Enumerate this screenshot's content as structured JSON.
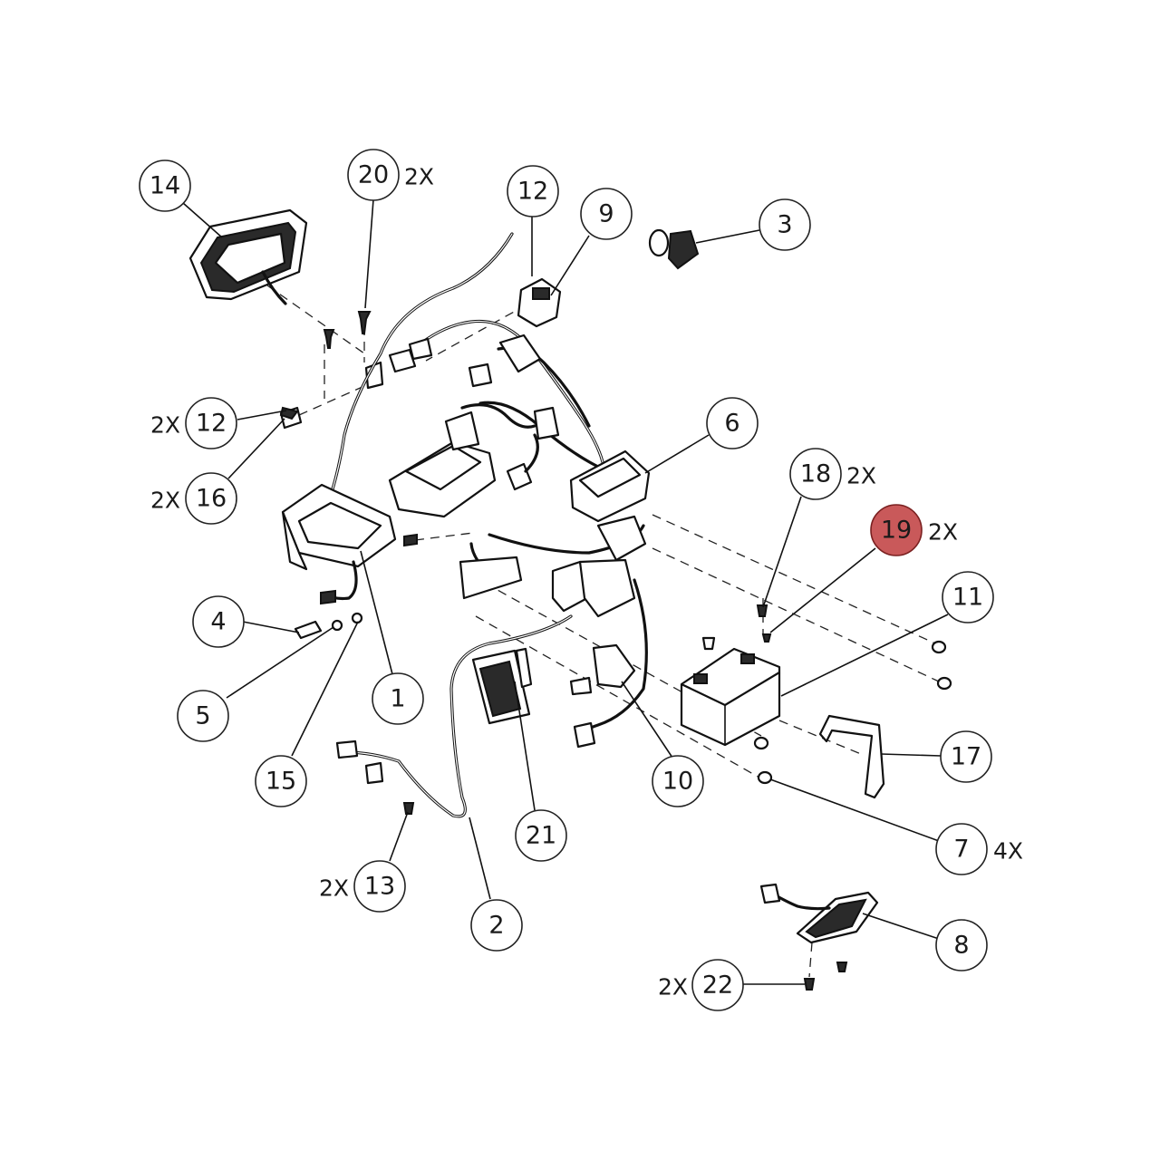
{
  "colors": {
    "highlight": "#c9595a",
    "ink": "#111111",
    "background": "#ffffff"
  },
  "callouts": [
    {
      "id": "c14",
      "number": "14",
      "qty": ""
    },
    {
      "id": "c20",
      "number": "20",
      "qty": "2X"
    },
    {
      "id": "c12a",
      "number": "12",
      "qty": ""
    },
    {
      "id": "c9",
      "number": "9",
      "qty": ""
    },
    {
      "id": "c3",
      "number": "3",
      "qty": ""
    },
    {
      "id": "c12b",
      "number": "12",
      "qty": "2X"
    },
    {
      "id": "c16",
      "number": "16",
      "qty": "2X"
    },
    {
      "id": "c6",
      "number": "6",
      "qty": ""
    },
    {
      "id": "c18",
      "number": "18",
      "qty": "2X"
    },
    {
      "id": "c19",
      "number": "19",
      "qty": "2X",
      "highlighted": true
    },
    {
      "id": "c11",
      "number": "11",
      "qty": ""
    },
    {
      "id": "c4",
      "number": "4",
      "qty": ""
    },
    {
      "id": "c5",
      "number": "5",
      "qty": ""
    },
    {
      "id": "c1",
      "number": "1",
      "qty": ""
    },
    {
      "id": "c15",
      "number": "15",
      "qty": ""
    },
    {
      "id": "c21",
      "number": "21",
      "qty": ""
    },
    {
      "id": "c10",
      "number": "10",
      "qty": ""
    },
    {
      "id": "c17",
      "number": "17",
      "qty": ""
    },
    {
      "id": "c7",
      "number": "7",
      "qty": "4X"
    },
    {
      "id": "c13",
      "number": "13",
      "qty": "2X"
    },
    {
      "id": "c2",
      "number": "2",
      "qty": ""
    },
    {
      "id": "c8",
      "number": "8",
      "qty": ""
    },
    {
      "id": "c22",
      "number": "22",
      "qty": "2X"
    }
  ]
}
